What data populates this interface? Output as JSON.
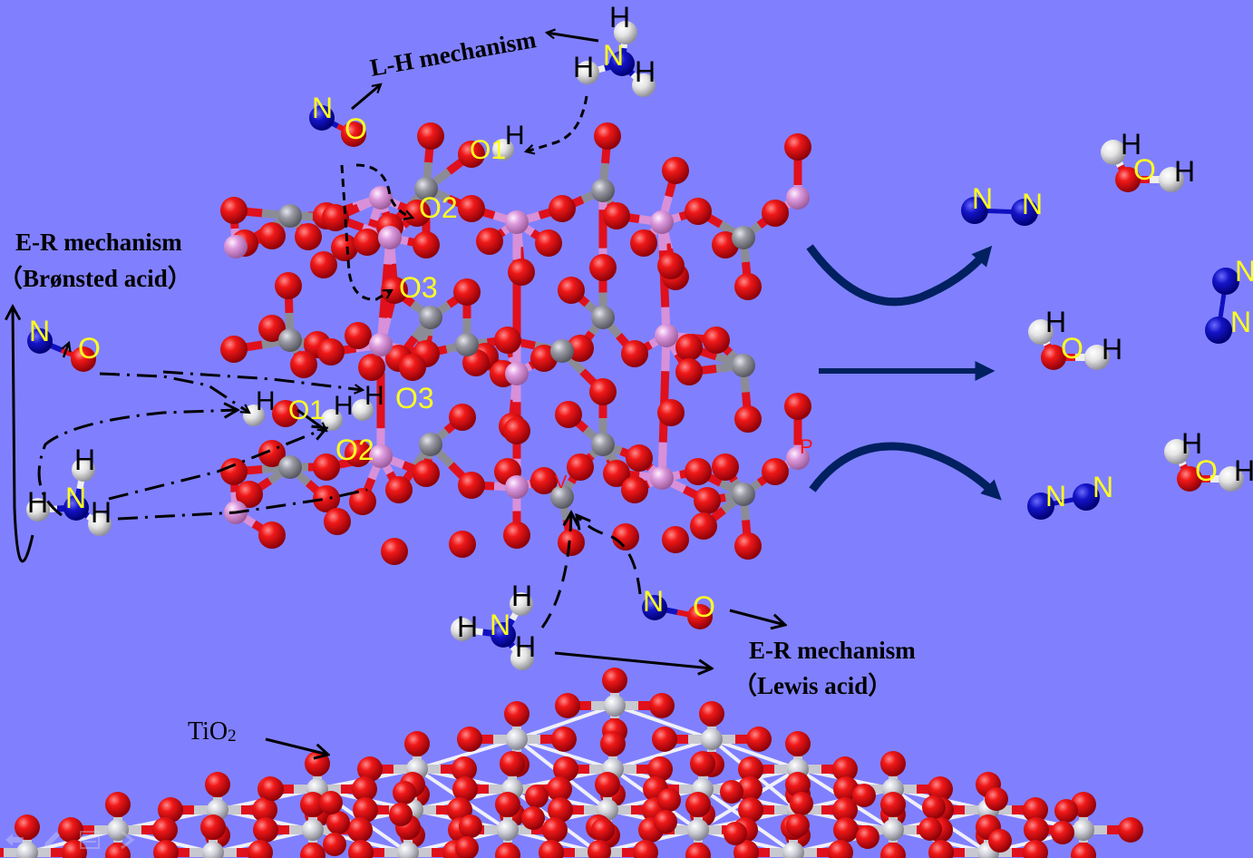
{
  "diagram": {
    "title": "SCR mechanism on V-P-O / TiO2 catalyst",
    "colors": {
      "background": "#8080ff",
      "oxygen": "#e0101c",
      "vanadium": "#8c8c96",
      "phosphorus": "#d890d8",
      "nitrogen": "#1010c0",
      "hydrogen": "#eeeeee",
      "titanium": "#c8c8d0",
      "atom_label_yellow": "#ffff20",
      "atom_label_black": "#000000",
      "atom_label_red": "#ff1010",
      "process_arrow": "#002060"
    },
    "labels": {
      "lh_mechanism": "L-H mechanism",
      "er_bronsted_line1": "E-R mechanism",
      "er_bronsted_line2": "（Brønsted acid）",
      "er_lewis_line1": "E-R mechanism",
      "er_lewis_line2": "（Lewis acid）",
      "tio2": "TiO",
      "tio2_sub": "2"
    },
    "site_labels": [
      {
        "id": "o1-top",
        "text": "O1"
      },
      {
        "id": "o2-top",
        "text": "O2"
      },
      {
        "id": "o3-upper",
        "text": "O3"
      },
      {
        "id": "o3-lower",
        "text": "O3"
      },
      {
        "id": "o1-lower",
        "text": "O1"
      },
      {
        "id": "o2-lower",
        "text": "O2"
      },
      {
        "id": "v-site",
        "text": "V"
      },
      {
        "id": "p-site",
        "text": "P"
      }
    ],
    "reactant_molecules": [
      {
        "id": "no-lh",
        "formula": "NO",
        "atoms": [
          {
            "el": "N",
            "label": "N"
          },
          {
            "el": "O",
            "label": "O"
          }
        ]
      },
      {
        "id": "nh3-lh",
        "formula": "NH3",
        "atoms": [
          {
            "el": "N",
            "label": "N"
          },
          {
            "el": "H",
            "label": "H"
          },
          {
            "el": "H",
            "label": "H"
          },
          {
            "el": "H",
            "label": "H"
          }
        ]
      },
      {
        "id": "no-bronsted",
        "formula": "NO",
        "atoms": [
          {
            "el": "N",
            "label": "N"
          },
          {
            "el": "O",
            "label": "O"
          }
        ]
      },
      {
        "id": "nh3-bronsted",
        "formula": "NH3",
        "atoms": [
          {
            "el": "N",
            "label": "N"
          },
          {
            "el": "H",
            "label": "H"
          },
          {
            "el": "H",
            "label": "H"
          },
          {
            "el": "H",
            "label": "H"
          }
        ]
      },
      {
        "id": "nh3-lewis",
        "formula": "NH3",
        "atoms": [
          {
            "el": "N",
            "label": "N"
          },
          {
            "el": "H",
            "label": "H"
          },
          {
            "el": "H",
            "label": "H"
          },
          {
            "el": "H",
            "label": "H"
          }
        ]
      },
      {
        "id": "no-lewis",
        "formula": "NO",
        "atoms": [
          {
            "el": "N",
            "label": "N"
          },
          {
            "el": "O",
            "label": "O"
          }
        ]
      }
    ],
    "surface_hydroxyls": [
      {
        "id": "oh-top",
        "label": "H"
      },
      {
        "id": "oh-lower-1",
        "label": "H"
      },
      {
        "id": "oh-lower-2",
        "label": "H"
      },
      {
        "id": "oh-lower-3",
        "label": "H"
      }
    ],
    "product_molecules": [
      {
        "id": "n2-1",
        "formula": "N2",
        "labels": [
          "N",
          "N"
        ]
      },
      {
        "id": "h2o-1",
        "formula": "H2O",
        "labels": [
          "H",
          "O",
          "H"
        ]
      },
      {
        "id": "n2-2",
        "formula": "N2",
        "labels": [
          "N",
          "N"
        ]
      },
      {
        "id": "h2o-2",
        "formula": "H2O",
        "labels": [
          "H",
          "O",
          "H"
        ]
      },
      {
        "id": "n2-3",
        "formula": "N2",
        "labels": [
          "N",
          "N"
        ]
      },
      {
        "id": "h2o-3",
        "formula": "H2O",
        "labels": [
          "H",
          "O",
          "H"
        ]
      }
    ],
    "process_arrows": [
      {
        "id": "arrow-curve-up",
        "meaning": "reaction to products (upper)"
      },
      {
        "id": "arrow-straight",
        "meaning": "reaction to products (middle)"
      },
      {
        "id": "arrow-curve-down",
        "meaning": "reaction to products (lower)"
      }
    ],
    "viewer_controls": [
      {
        "id": "back",
        "icon": "back-arrow-icon"
      },
      {
        "id": "pen",
        "icon": "pen-icon"
      },
      {
        "id": "menu",
        "icon": "menu-icon"
      },
      {
        "id": "next",
        "icon": "next-arrow-icon"
      }
    ]
  }
}
